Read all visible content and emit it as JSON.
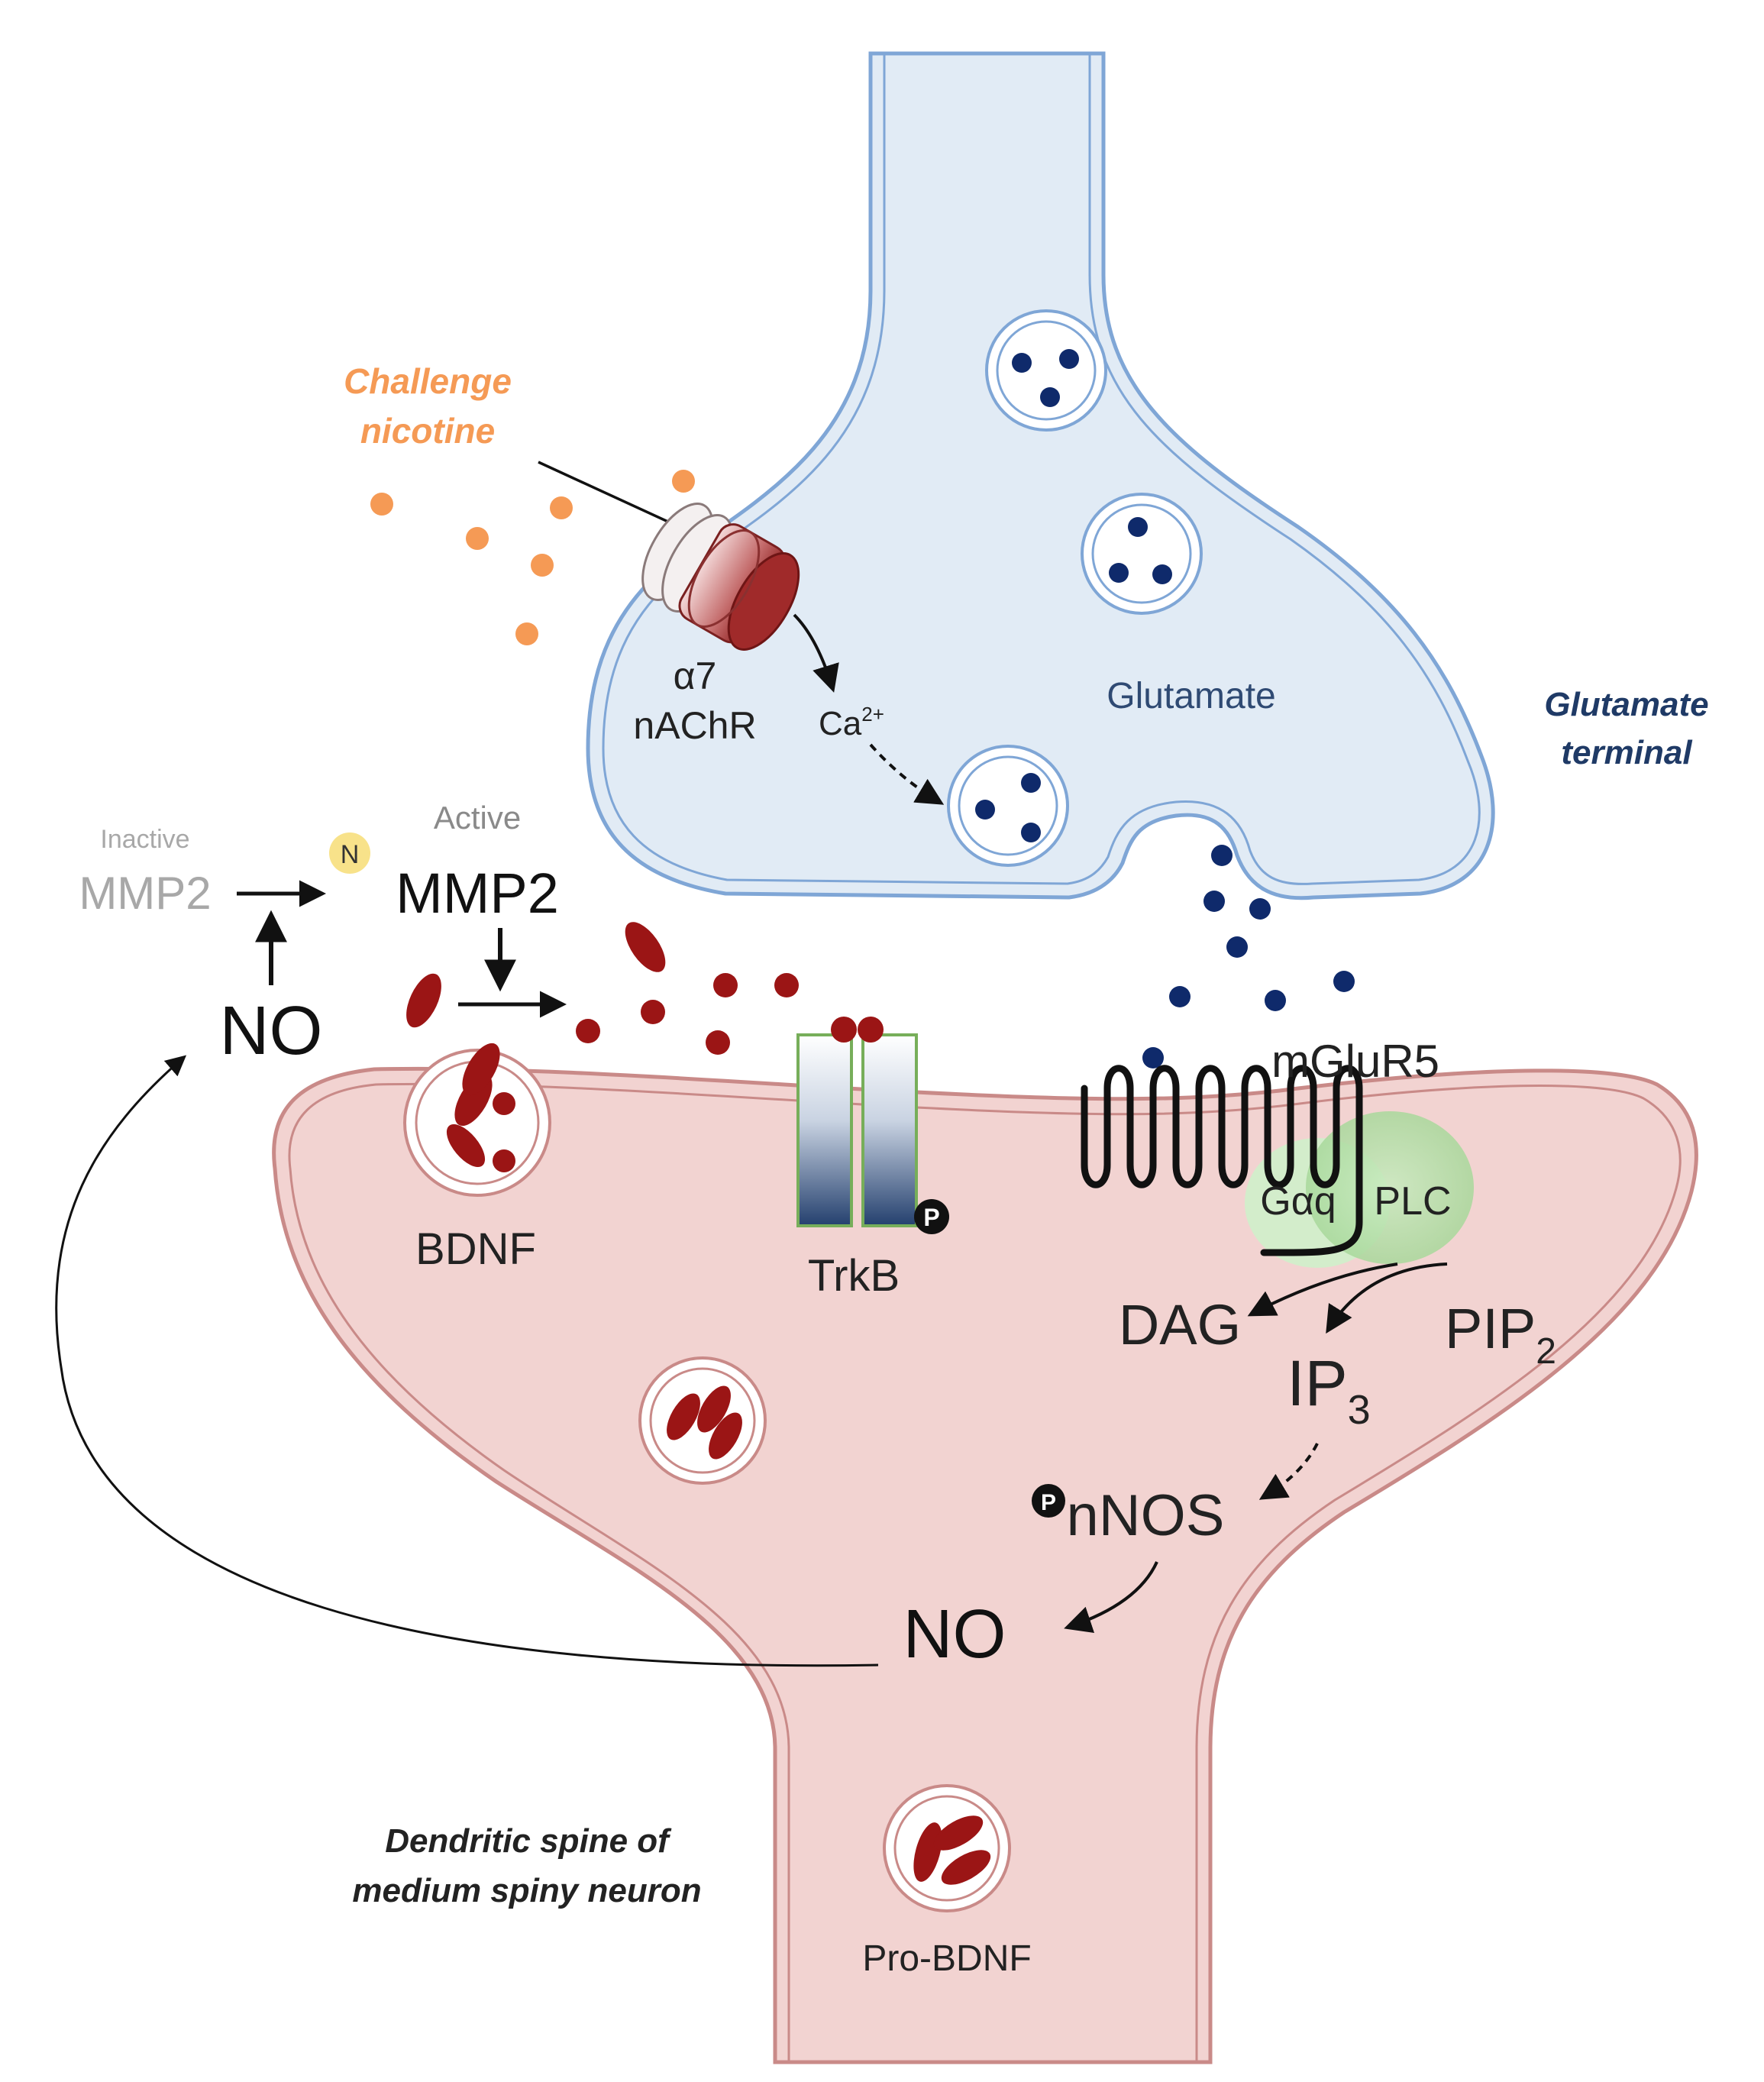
{
  "nicotine": {
    "line1": "Challenge",
    "line2": "nicotine",
    "color": "#F59A55"
  },
  "receptor": {
    "line1": "α7",
    "line2": "nAChR"
  },
  "calcium": {
    "base": "Ca",
    "sup": "2+"
  },
  "presynaptic": {
    "glutamate_label": "Glutamate",
    "terminal_line1": "Glutamate",
    "terminal_line2": "terminal",
    "fill": "#E1EBF5",
    "stroke": "#7FA6D6",
    "vesicle_dot": "#0F2A6B"
  },
  "mmp2": {
    "inactive_caption": "Inactive",
    "inactive_label": "MMP2",
    "active_caption": "Active",
    "active_label": "MMP2",
    "n_badge": "N",
    "n_badge_color": "#F8E28A"
  },
  "no_top": "NO",
  "no_bottom": "NO",
  "bdnf": {
    "label": "BDNF",
    "pro_label": "Pro-BDNF",
    "color": "#9B1515"
  },
  "trkb": {
    "label": "TrkB",
    "p_badge": "P"
  },
  "mglur5": {
    "label": "mGluR5",
    "galphaq": "Gαq",
    "plc": "PLC",
    "protein_color": "#B9E0AE"
  },
  "second_messengers": {
    "dag": "DAG",
    "pip2_base": "PIP",
    "pip2_sub": "2",
    "ip3_base": "IP",
    "ip3_sub": "3"
  },
  "nnos": {
    "label": "nNOS",
    "p_badge": "P"
  },
  "postsynaptic": {
    "line1": "Dendritic spine of",
    "line2": "medium spiny neuron",
    "fill": "#F2D3D1",
    "stroke": "#C98A88"
  }
}
